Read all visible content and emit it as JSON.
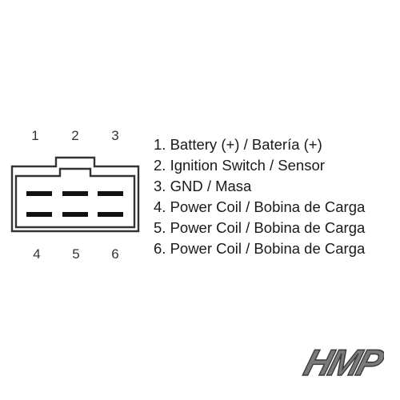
{
  "connector": {
    "top_pins": [
      "1",
      "2",
      "3"
    ],
    "bottom_pins": [
      "4",
      "5",
      "6"
    ]
  },
  "legend": [
    "1. Battery (+) / Batería (+)",
    "2. Ignition Switch / Sensor",
    "3. GND / Masa",
    "4. Power Coil / Bobina de Carga",
    "5. Power Coil / Bobina de Carga",
    "6. Power Coil / Bobina de Carga"
  ],
  "logo": {
    "text": "HMP",
    "color": "#7a7a7a"
  },
  "colors": {
    "outline": "#333333",
    "slots": "#111111"
  }
}
